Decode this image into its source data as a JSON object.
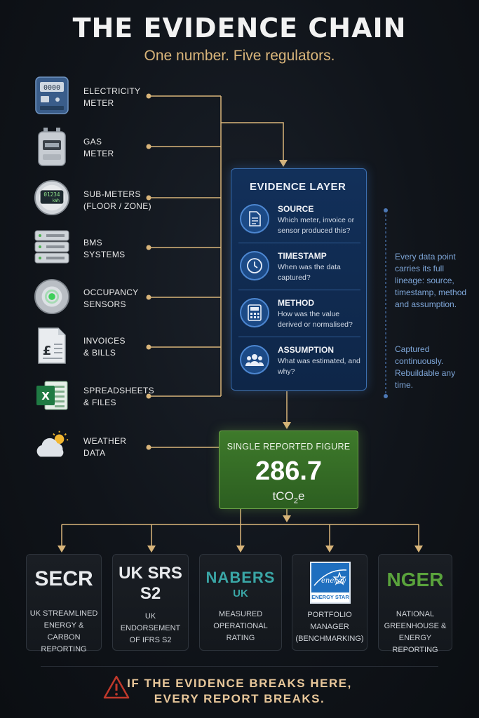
{
  "header": {
    "title": "THE EVIDENCE CHAIN",
    "subtitle": "One number. Five regulators."
  },
  "sources": [
    {
      "label_line1": "ELECTRICITY",
      "label_line2": "METER",
      "icon": "electricity-meter-icon"
    },
    {
      "label_line1": "GAS",
      "label_line2": "METER",
      "icon": "gas-meter-icon"
    },
    {
      "label_line1": "SUB-METERS",
      "label_line2": "(FLOOR / ZONE)",
      "icon": "sub-meter-icon"
    },
    {
      "label_line1": "BMS",
      "label_line2": "SYSTEMS",
      "icon": "bms-server-icon"
    },
    {
      "label_line1": "OCCUPANCY",
      "label_line2": "SENSORS",
      "icon": "occupancy-sensor-icon"
    },
    {
      "label_line1": "INVOICES",
      "label_line2": "& BILLS",
      "icon": "invoice-icon"
    },
    {
      "label_line1": "SPREADSHEETS",
      "label_line2": "& FILES",
      "icon": "spreadsheet-icon"
    },
    {
      "label_line1": "WEATHER",
      "label_line2": "DATA",
      "icon": "weather-icon"
    }
  ],
  "sub_meter_display": {
    "line1": "01234",
    "line2": "kWh"
  },
  "electricity_display": "0000",
  "invoice_symbol": "£",
  "spreadsheet_letter": "X",
  "evidence_layer": {
    "title": "EVIDENCE LAYER",
    "rows": [
      {
        "heading": "SOURCE",
        "desc": "Which meter, invoice or sensor produced this?",
        "icon": "document-icon"
      },
      {
        "heading": "TIMESTAMP",
        "desc": "When was the data captured?",
        "icon": "clock-icon"
      },
      {
        "heading": "METHOD",
        "desc": "How was the value derived or normalised?",
        "icon": "calculator-icon"
      },
      {
        "heading": "ASSUMPTION",
        "desc": "What was estimated, and why?",
        "icon": "people-icon"
      }
    ]
  },
  "side_notes": {
    "lineage": "Every data point carries its full lineage: source, timestamp, method and assumption.",
    "captured": "Captured continuously. Rebuildable any time."
  },
  "reported_figure": {
    "label": "SINGLE REPORTED FIGURE",
    "value": "286.7",
    "unit_prefix": "tCO",
    "unit_sub": "2",
    "unit_suffix": "e"
  },
  "regulators": [
    {
      "name_line1": "SECR",
      "name_line2": "",
      "desc": "UK STREAMLINED ENERGY & CARBON REPORTING",
      "color": "#e9ebee"
    },
    {
      "name_line1": "UK SRS",
      "name_line2": "S2",
      "desc": "UK ENDORSEMENT OF IFRS S2",
      "color": "#e9ebee"
    },
    {
      "name_line1": "NABERS",
      "name_line2": "UK",
      "desc": "MEASURED OPERATIONAL RATING",
      "color": "#3aa6a6"
    },
    {
      "name_line1": "",
      "name_line2": "",
      "desc": "PORTFOLIO MANAGER (BENCHMARKING)",
      "color": "#1f6fbf",
      "logo_text": "ENERGY STAR",
      "logo_script": "energy"
    },
    {
      "name_line1": "NGER",
      "name_line2": "",
      "desc": "NATIONAL GREENHOUSE & ENERGY REPORTING",
      "color": "#5aa33c"
    }
  ],
  "warning": {
    "line1": "IF THE EVIDENCE BREAKS HERE,",
    "line2": "EVERY REPORT BREAKS."
  },
  "colors": {
    "wire": "#d9b57a",
    "evidence_border": "#3b6fb0",
    "figure_green": "#3e7a2b",
    "side_note": "#7ea6d8",
    "warning": "#c0392b"
  }
}
